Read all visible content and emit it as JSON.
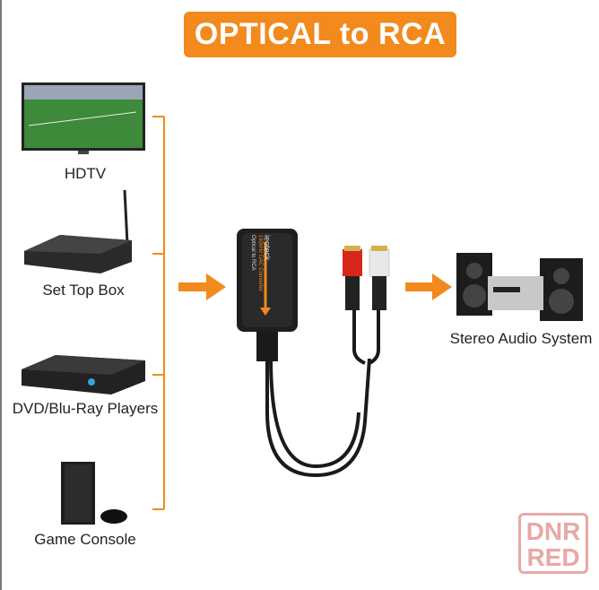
{
  "banner": {
    "title": "OPTICAL to RCA"
  },
  "sources": [
    {
      "label": "HDTV"
    },
    {
      "label": "Set Top Box"
    },
    {
      "label": "DVD/Blu-Ray Players"
    },
    {
      "label": "Game Console"
    }
  ],
  "adapter": {
    "brand": "ieoteck",
    "line1": "192kHz DAC Converter",
    "line2": "Optical to RCA"
  },
  "output": {
    "label": "Stereo Audio System"
  },
  "watermark": {
    "line1": "DNR",
    "line2": "RED"
  },
  "colors": {
    "accent": "#f28a1e",
    "watermark": "#e8a8a4"
  }
}
